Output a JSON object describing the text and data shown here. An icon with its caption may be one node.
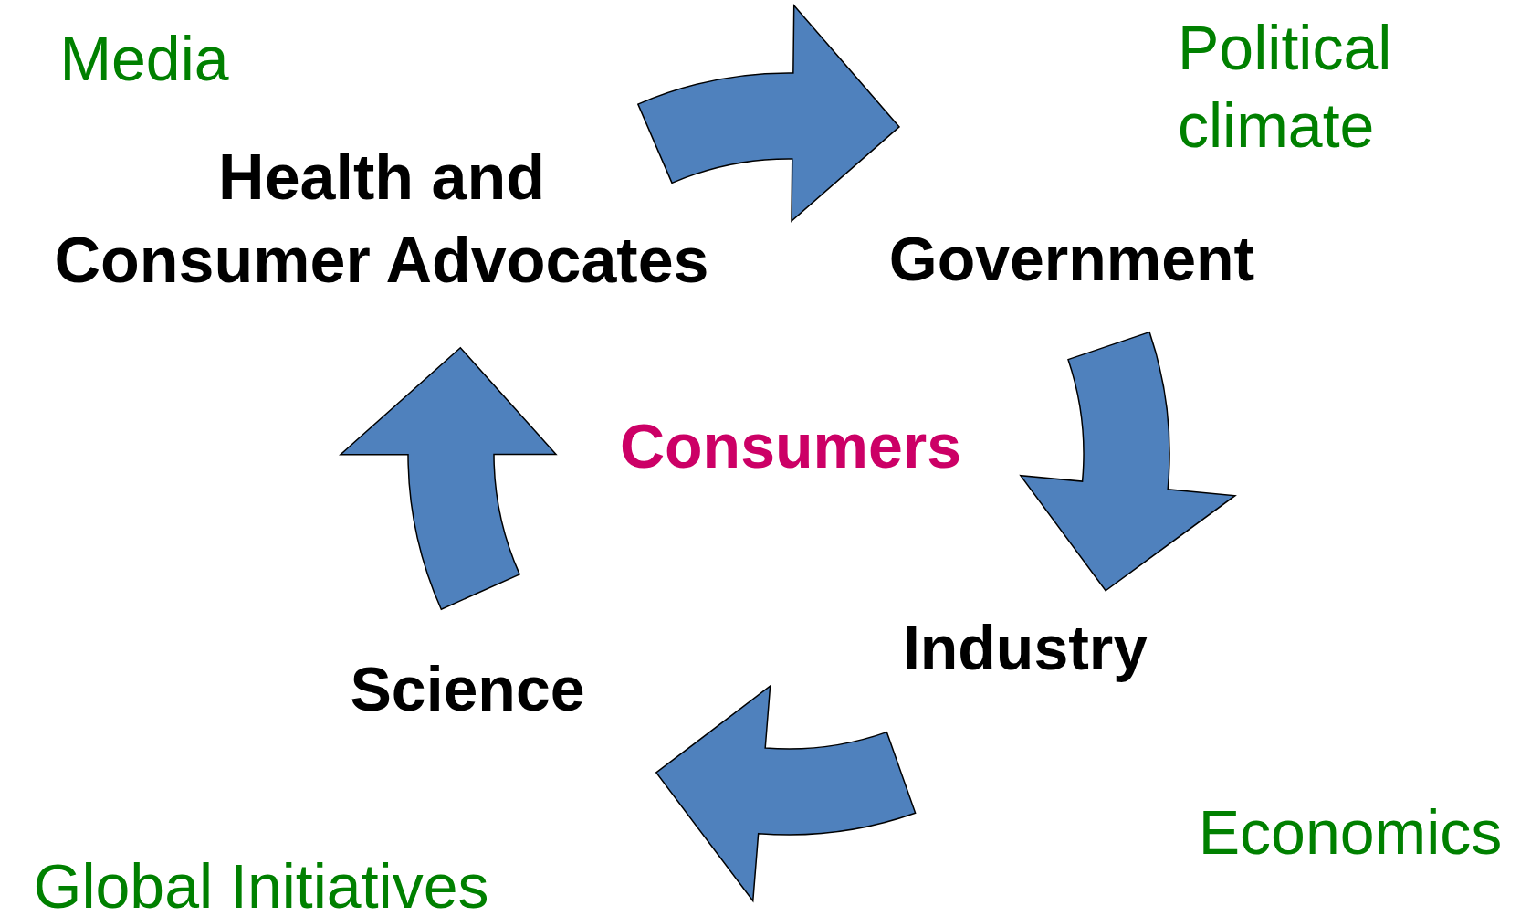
{
  "diagram": {
    "nodes": [
      {
        "text": [
          "Health and Consumer Advocates"
        ]
      },
      {
        "text": [
          "Government"
        ]
      },
      {
        "text": [
          "Industry"
        ]
      },
      {
        "text": [
          "Science"
        ]
      }
    ],
    "edges": [
      {
        "from": 0,
        "to": 1,
        "arrow": "to"
      },
      {
        "from": 1,
        "to": 2,
        "arrow": "to"
      },
      {
        "from": 2,
        "to": 3,
        "arrow": "to"
      },
      {
        "from": 3,
        "to": 0,
        "arrow": "to"
      }
    ],
    "labels": [
      "Media",
      "Political climate",
      "Consumers",
      "Economics",
      "Global Initiatives"
    ]
  }
}
